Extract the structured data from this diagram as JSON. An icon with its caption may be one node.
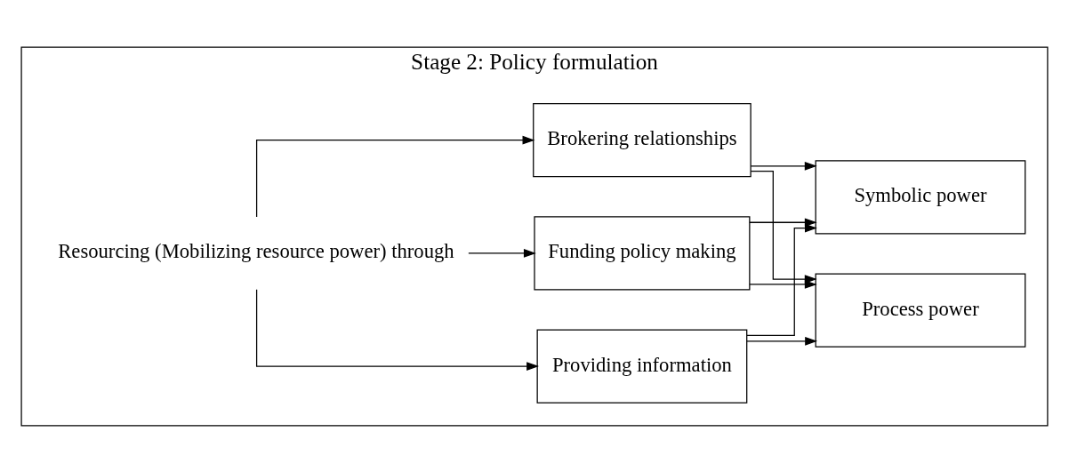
{
  "diagram": {
    "nodes": [
      {
        "text": [
          "Stage 2: Policy formulation"
        ]
      },
      {
        "text": [
          "Resourcing (Mobilizing resource power) through"
        ],
        "in": 0
      },
      {
        "text": [
          "Funding policy making"
        ],
        "in": 0
      },
      {
        "text": [
          "Brokering relationships"
        ],
        "in": 0
      },
      {
        "text": [
          "Providing information"
        ],
        "in": 0
      },
      {
        "text": [
          "Process power"
        ],
        "in": 0
      },
      {
        "text": [
          "Symbolic power"
        ],
        "in": 0
      }
    ],
    "edges": [
      {
        "from": 1,
        "to": 2,
        "arrow": "to"
      },
      {
        "from": 1,
        "to": 3,
        "arrow": "to"
      },
      {
        "from": 1,
        "to": 4,
        "arrow": "to"
      },
      {
        "from": 2,
        "to": 5,
        "arrow": "to"
      },
      {
        "from": 2,
        "to": 6,
        "arrow": "to"
      },
      {
        "from": 3,
        "to": 5,
        "arrow": "to"
      },
      {
        "from": 3,
        "to": 6,
        "arrow": "to"
      },
      {
        "from": 4,
        "to": 5,
        "arrow": "to"
      },
      {
        "from": 4,
        "to": 6,
        "arrow": "to"
      }
    ]
  }
}
